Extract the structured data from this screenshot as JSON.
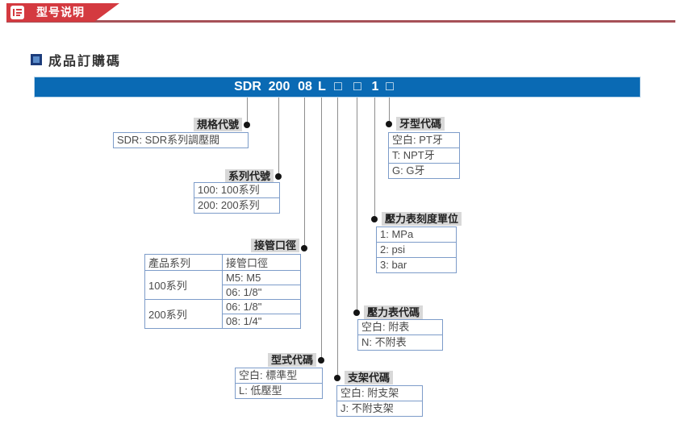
{
  "header": {
    "tab_label": "型号说明",
    "tab_color": "#d43a40",
    "line_color": "#a65157"
  },
  "section": {
    "title": "成品訂購碼"
  },
  "code_bar": {
    "display": "SDR 200 08 L □ □ 1 □",
    "bg_color": "#0a6ab4",
    "segments": [
      {
        "text": "SDR",
        "meaning": "規格代號"
      },
      {
        "text": "200",
        "meaning": "系列代號"
      },
      {
        "text": "08",
        "meaning": "接管口徑"
      },
      {
        "text": "L",
        "meaning": "型式代碼"
      },
      {
        "text": "□",
        "meaning": "支架代碼"
      },
      {
        "text": "□",
        "meaning": "壓力表代碼"
      },
      {
        "text": "1",
        "meaning": "壓力表刻度單位"
      },
      {
        "text": "□",
        "meaning": "牙型代碼"
      }
    ]
  },
  "groups": [
    {
      "label": "規格代號",
      "rows": [
        "SDR: SDR系列調壓閥"
      ]
    },
    {
      "label": "系列代號",
      "rows": [
        "100: 100系列",
        "200: 200系列"
      ]
    },
    {
      "label": "接管口徑",
      "table": {
        "headers": [
          "產品系列",
          "接管口徑"
        ],
        "rows": [
          [
            "100系列",
            "M5: M5",
            "06: 1/8\""
          ],
          [
            "200系列",
            "06: 1/8\"",
            "08: 1/4\""
          ]
        ]
      }
    },
    {
      "label": "型式代碼",
      "rows": [
        "空白: 標準型",
        "L: 低壓型"
      ]
    },
    {
      "label": "支架代碼",
      "rows": [
        "空白: 附支架",
        "J: 不附支架"
      ]
    },
    {
      "label": "壓力表代碼",
      "rows": [
        "空白: 附表",
        "N: 不附表"
      ]
    },
    {
      "label": "壓力表刻度單位",
      "rows": [
        "1: MPa",
        "2: psi",
        "3: bar"
      ]
    },
    {
      "label": "牙型代碼",
      "rows": [
        "空白: PT牙",
        "T: NPT牙",
        "G: G牙"
      ]
    }
  ]
}
